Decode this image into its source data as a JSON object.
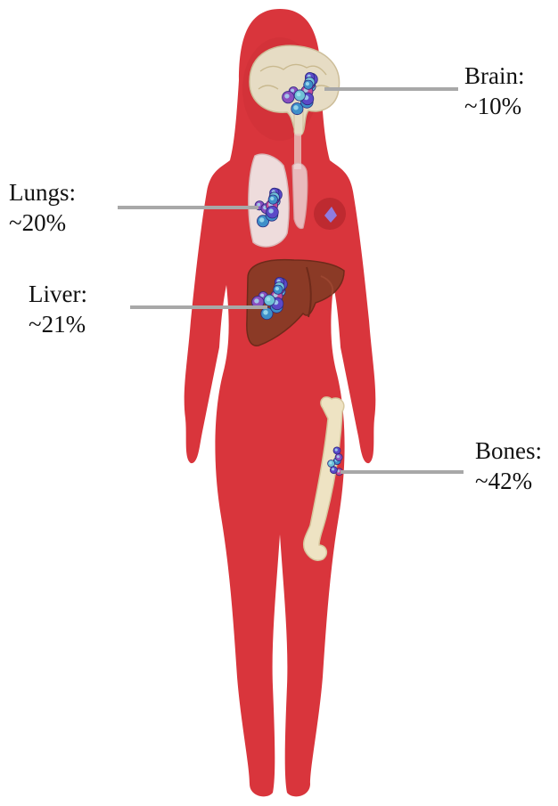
{
  "colors": {
    "body": "#D9353C",
    "bone": "#EEE3C3",
    "lung": "#EEDCDC",
    "liver": "#8B3A26",
    "brain": "#E6DCC4",
    "leader_line": "#A8A8A8",
    "cells": [
      "#5B49C8",
      "#3E8FC9",
      "#8A4FBF",
      "#6FC3D6",
      "#C04A9A"
    ]
  },
  "icons": [
    "body-silhouette",
    "brain-organ",
    "lungs-organ",
    "heart-organ",
    "liver-organ",
    "femur-bone",
    "tumor-cell-cluster"
  ],
  "annotations": [
    {
      "id": "brain",
      "site": "Brain:",
      "share": "~10%",
      "percent": 10
    },
    {
      "id": "lungs",
      "site": "Lungs:",
      "share": "~20%",
      "percent": 20
    },
    {
      "id": "liver",
      "site": "Liver:",
      "share": "~21%",
      "percent": 21
    },
    {
      "id": "bones",
      "site": "Bones:",
      "share": "~42%",
      "percent": 42
    }
  ]
}
